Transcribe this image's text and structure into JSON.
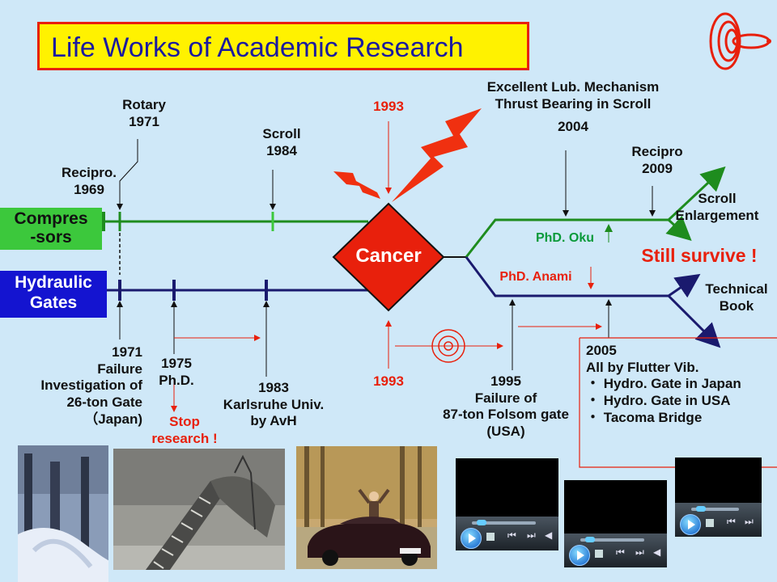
{
  "title": "Life Works of Academic Research",
  "tracks": {
    "compressors": [
      "Compres",
      "-sors"
    ],
    "hydraulic": [
      "Hydraulic",
      "Gates"
    ]
  },
  "center": "Cancer",
  "events": {
    "recipro_1969": [
      "Recipro.",
      "1969"
    ],
    "rotary_1971": [
      "Rotary",
      "1971"
    ],
    "scroll_1984": [
      "Scroll",
      "1984"
    ],
    "year_1993_top": "1993",
    "year_1993_bottom": "1993",
    "lub_2004": [
      "Excellent Lub. Mechanism",
      "Thrust Bearing in Scroll",
      "2004"
    ],
    "recipro_2009": [
      "Recipro",
      "2009"
    ],
    "scroll_enlargement": [
      "Scroll",
      "Enlargement"
    ],
    "still_survive": "Still survive !",
    "phd_oku": "PhD. Oku",
    "phd_anami": "PhD. Anami",
    "technical_book": [
      "Technical",
      "Book"
    ],
    "failure_1971": [
      "1971",
      "Failure",
      "Investigation of",
      "26-ton Gate",
      "（Japan)"
    ],
    "phd_1975": [
      "1975",
      "Ph.D."
    ],
    "stop_research": [
      "Stop",
      "research !"
    ],
    "karlsruhe_1983": [
      "1983",
      "Karlsruhe Univ.",
      "by AvH"
    ],
    "folsom_1995": [
      "1995",
      "Failure of",
      "87-ton Folsom gate",
      "(USA)"
    ],
    "flutter_2005": [
      "2005",
      "All by Flutter Vib.",
      "・ Hydro. Gate in Japan",
      "・ Hydro. Gate in USA",
      "・ Tacoma Bridge"
    ]
  },
  "colors": {
    "background": "#cfe8f8",
    "compressor_line": "#1e8c1e",
    "hydraulic_line": "#1a1a6e",
    "accent_red": "#e8200c",
    "title_bg": "#fff200"
  },
  "icons": [
    "logo-icon",
    "lightning-bolt-icon",
    "concentric-circles-icon",
    "play-icon"
  ]
}
